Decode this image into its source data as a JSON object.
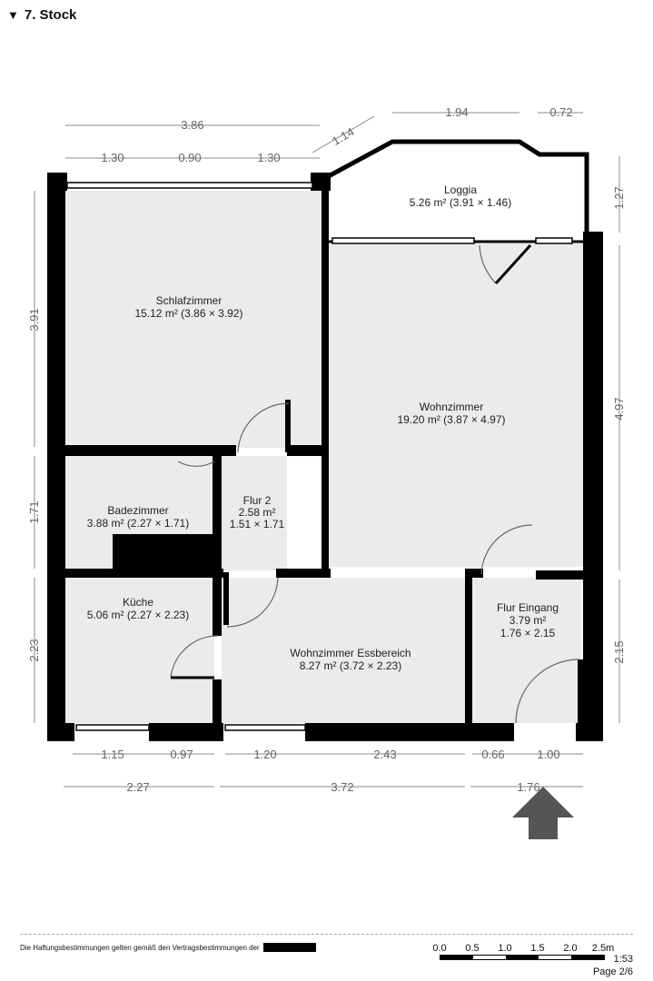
{
  "header": {
    "toggle": "▼",
    "title": "7. Stock"
  },
  "rooms": [
    {
      "name": "Loggia",
      "area": "5.26 m² (3.91 × 1.46)"
    },
    {
      "name": "Schlafzimmer",
      "area": "15.12 m² (3.86 × 3.92)"
    },
    {
      "name": "Wohnzimmer",
      "area": "19.20 m² (3.87 × 4.97)"
    },
    {
      "name": "Badezimmer",
      "area": "3.88 m² (2.27 × 1.71)"
    },
    {
      "name": "Flur 2",
      "area": "2.58 m²",
      "dims": "1.51 × 1.71"
    },
    {
      "name": "Küche",
      "area": "5.06 m² (2.27 × 2.23)"
    },
    {
      "name": "Flur Eingang",
      "area": "3.79 m²",
      "dims": "1.76 × 2.15"
    },
    {
      "name": "Wohnzimmer Essbereich",
      "area": "8.27 m² (3.72 × 2.23)"
    }
  ],
  "dimensions": {
    "top_total": "3.86",
    "top_a": "1.30",
    "top_b": "0.90",
    "top_c": "1.30",
    "diag": "1.14",
    "loggia_a": "1.94",
    "loggia_b": "0.72",
    "right_a": "1.27",
    "right_b": "4.97",
    "right_c": "2.15",
    "left_a": "3.91",
    "left_b": "1.71",
    "left_c": "2.23",
    "bot_a": "1.15",
    "bot_b": "0.97",
    "bot_c": "1.20",
    "bot_d": "2.43",
    "bot_e": "0.66",
    "bot_f": "1.00",
    "bot_total_a": "2.27",
    "bot_total_b": "3.72",
    "bot_total_c": "1.76"
  },
  "footer": {
    "disclaimer": "Die Haftungsbestimmungen gelten gemäß den Vertragsbestimmungen der",
    "scale_labels": [
      "0.0",
      "0.5",
      "1.0",
      "1.5",
      "2.0",
      "2.5m"
    ],
    "ratio": "1:53",
    "page": "Page 2/6"
  },
  "colors": {
    "wall": "#000000",
    "floor": "#ebebeb",
    "dimension": "#777777",
    "arrow": "#555555"
  }
}
